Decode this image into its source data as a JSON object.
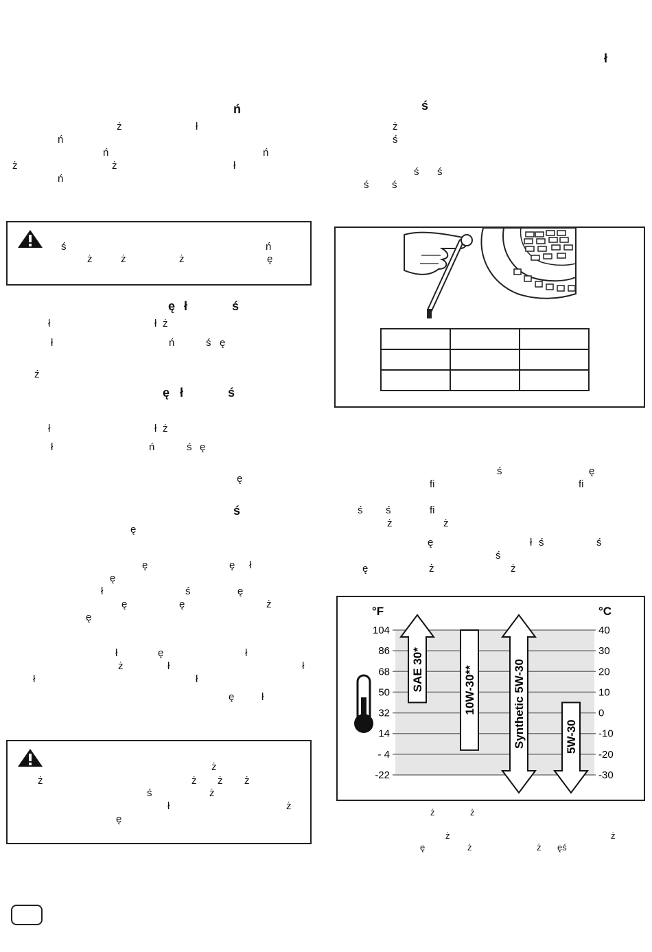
{
  "header": {
    "corner_glyph": "ł"
  },
  "left_column": {
    "heading_1": "ń",
    "para_1": {
      "l1a": "ż",
      "l1b": "ł",
      "l2a": "ń",
      "l3a": "ń",
      "l3b": "ń",
      "l4a": "ż",
      "l4b": "ż",
      "l4c": "ł",
      "l5a": "ń"
    },
    "warning_1": {
      "a": "ś",
      "b": "ń",
      "c": "ż",
      "d": "ż",
      "e": "ż",
      "f": "ę"
    },
    "heading_2": {
      "a": "ę",
      "b": "ł",
      "c": "ś"
    },
    "para_2": {
      "a": "ł",
      "b": "ł",
      "c": "ż",
      "d": "ł",
      "e": "ń",
      "f": "ś",
      "g": "ę",
      "h": "ź"
    },
    "heading_3": {
      "a": "ę",
      "b": "ł",
      "c": "ś"
    },
    "para_3": {
      "a": "ł",
      "b": "ł",
      "c": "ż",
      "d": "ł",
      "e": "ń",
      "f": "ś",
      "g": "ę",
      "h": "ę"
    },
    "heading_4": "ś",
    "para_4": {
      "a": "ę",
      "b": "ę",
      "c": "ę",
      "d": "ł",
      "e": "ę",
      "f": "ł",
      "g": "ś",
      "h": "ę",
      "i": "ę",
      "j": "ę",
      "k": "ż",
      "l": "ę"
    },
    "para_5": {
      "a": "ł",
      "b": "ę",
      "c": "ł",
      "d": "ż",
      "e": "ł",
      "f": "ł",
      "g": "ł",
      "h": "ł",
      "i": "ę",
      "j": "ł"
    },
    "warning_2": {
      "a": "ż",
      "b": "ż",
      "c": "ż",
      "d": "ż",
      "e": "ż",
      "f": "ś",
      "g": "ż",
      "h": "ł",
      "i": "ż",
      "j": "ę"
    }
  },
  "right_column": {
    "heading_1": "ś",
    "para_1": {
      "a": "ż",
      "b": "ś",
      "c": "ś",
      "d": "ś",
      "e": "ś",
      "f": "ś"
    },
    "para_2": {
      "a": "ś",
      "b": "ę",
      "c": "fi",
      "d": "fi",
      "e": "ś",
      "f": "ś",
      "g": "fi",
      "h": "ż",
      "i": "ż",
      "j": "ę",
      "k": "ł",
      "l": "ś",
      "m": "ś",
      "n": "ś",
      "o": "ę",
      "p": "ż",
      "q": "ż"
    },
    "footnote": {
      "a": "ż",
      "b": "ż",
      "c": "ż",
      "d": "ż",
      "e": "ę",
      "f": "ż",
      "g": "ż",
      "h": "ęś"
    }
  },
  "oil_chart": {
    "unit_f": "°F",
    "unit_c": "°C",
    "ticks_f": [
      "104",
      "86",
      "68",
      "50",
      "32",
      "14",
      "- 4",
      "-22"
    ],
    "ticks_c": [
      "40",
      "30",
      "20",
      "10",
      "0",
      "-10",
      "-20",
      "-30"
    ],
    "products": [
      "SAE 30*",
      "10W-30**",
      "Synthetic 5W-30",
      "5W-30"
    ]
  },
  "chart_data": {
    "type": "table",
    "ylabel_left": "°F",
    "ylabel_right": "°C",
    "ylim_f": [
      -22,
      104
    ],
    "ylim_c": [
      -30,
      40
    ],
    "grid": true,
    "series": [
      {
        "name": "SAE 30*",
        "range_c": [
          5,
          40
        ],
        "arrow_top": true,
        "arrow_bottom": false
      },
      {
        "name": "10W-30**",
        "range_c": [
          -18,
          40
        ],
        "arrow_top": false,
        "arrow_bottom": false
      },
      {
        "name": "Synthetic 5W-30",
        "range_c": [
          -30,
          40
        ],
        "arrow_top": true,
        "arrow_bottom": true
      },
      {
        "name": "5W-30",
        "range_c": [
          -30,
          5
        ],
        "arrow_top": false,
        "arrow_bottom": true
      }
    ]
  },
  "page_number_box": ""
}
